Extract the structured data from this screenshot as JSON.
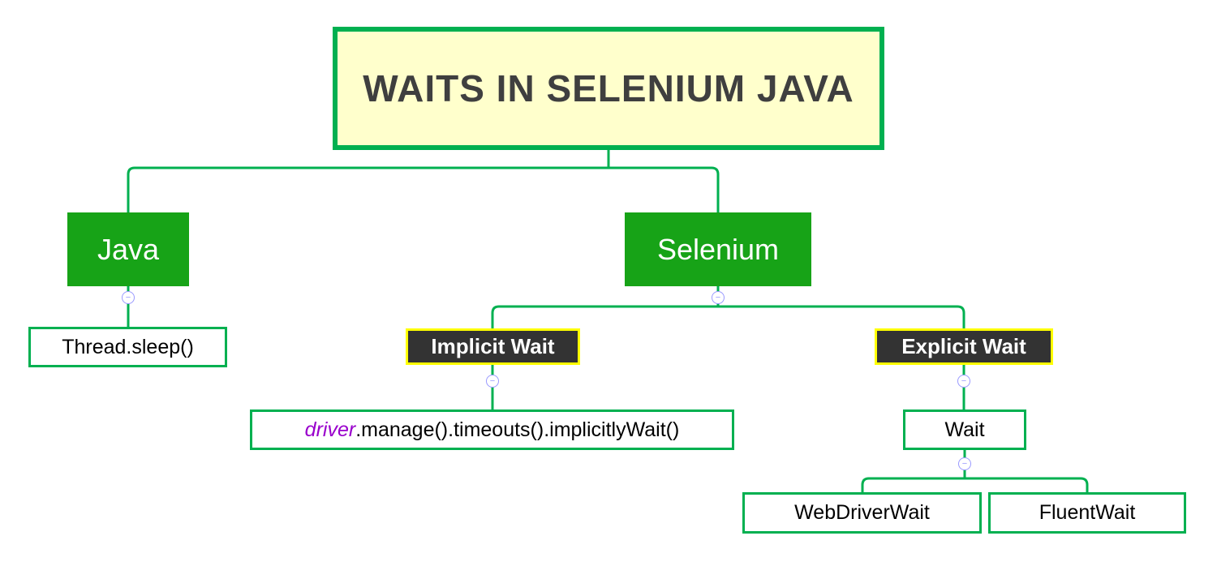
{
  "diagram": {
    "title": "WAITS IN SELENIUM JAVA",
    "nodes": {
      "java": "Java",
      "selenium": "Selenium",
      "thread_sleep": "Thread.sleep()",
      "implicit_wait": "Implicit Wait",
      "explicit_wait": "Explicit Wait",
      "implicit_code_var": "driver",
      "implicit_code_rest": ".manage().timeouts().implicitlyWait()",
      "wait": "Wait",
      "webdriver_wait": "WebDriverWait",
      "fluent_wait": "FluentWait"
    },
    "icons": {
      "collapse": "−"
    },
    "colors": {
      "connector": "#00B050",
      "title_bg": "#FFFFCC",
      "title_border": "#00B050",
      "branch_bg": "#17A317",
      "branch_text": "#FFFFFF",
      "wait_bg": "#333333",
      "wait_border": "#FFFF00",
      "leaf_border": "#00B050",
      "code_var": "#9900CC",
      "collapse": "#9999FF"
    }
  }
}
